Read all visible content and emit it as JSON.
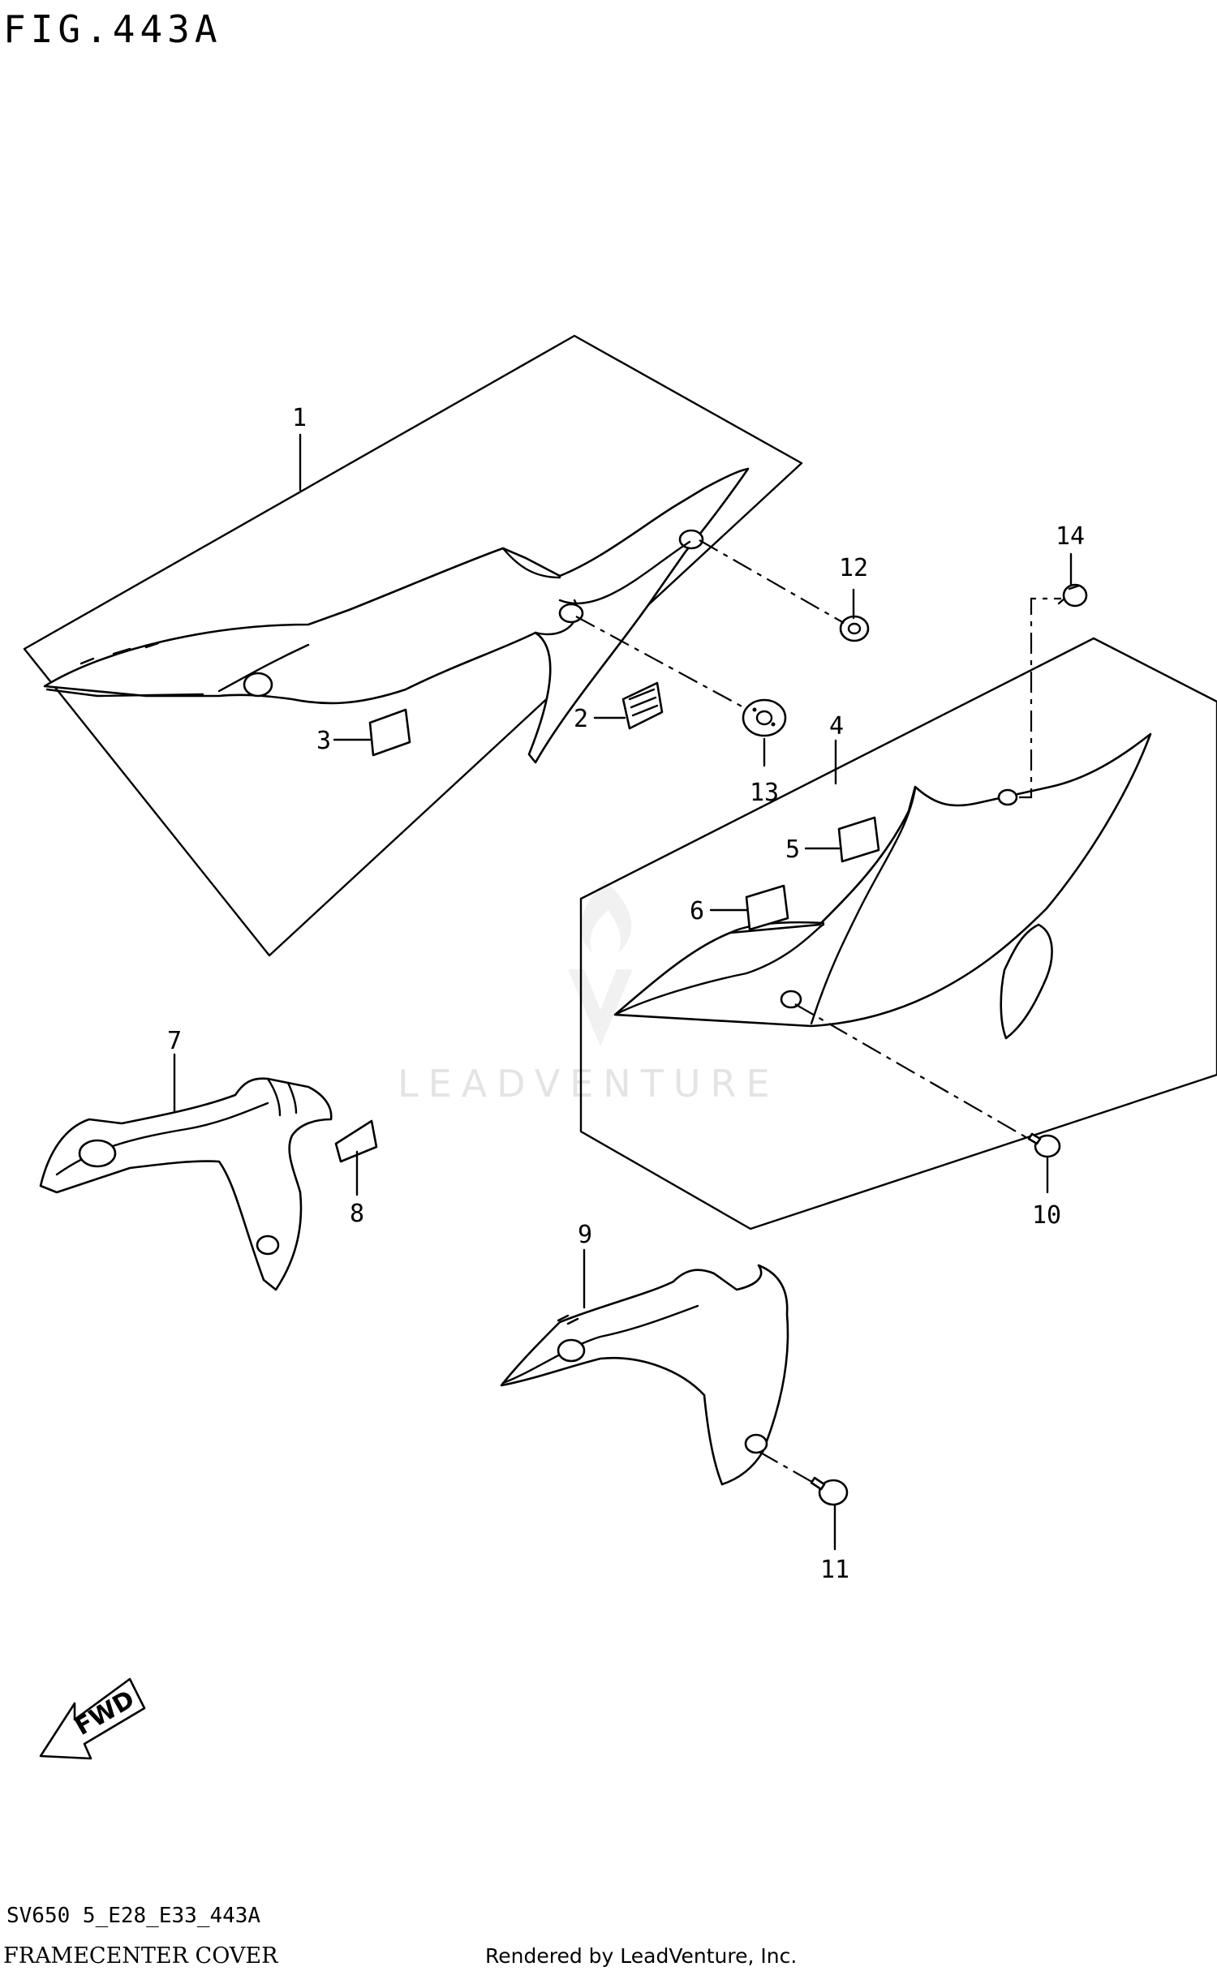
{
  "figure": {
    "title": "FIG.443A",
    "code": "SV650 5_E28_E33_443A",
    "name": "FRAMECENTER COVER"
  },
  "credit": "Rendered by LeadVenture, Inc.",
  "watermark": "LEADVENTURE",
  "direction_label": "FWD",
  "callouts": [
    "1",
    "2",
    "3",
    "4",
    "5",
    "6",
    "7",
    "8",
    "9",
    "10",
    "11",
    "12",
    "13",
    "14"
  ]
}
